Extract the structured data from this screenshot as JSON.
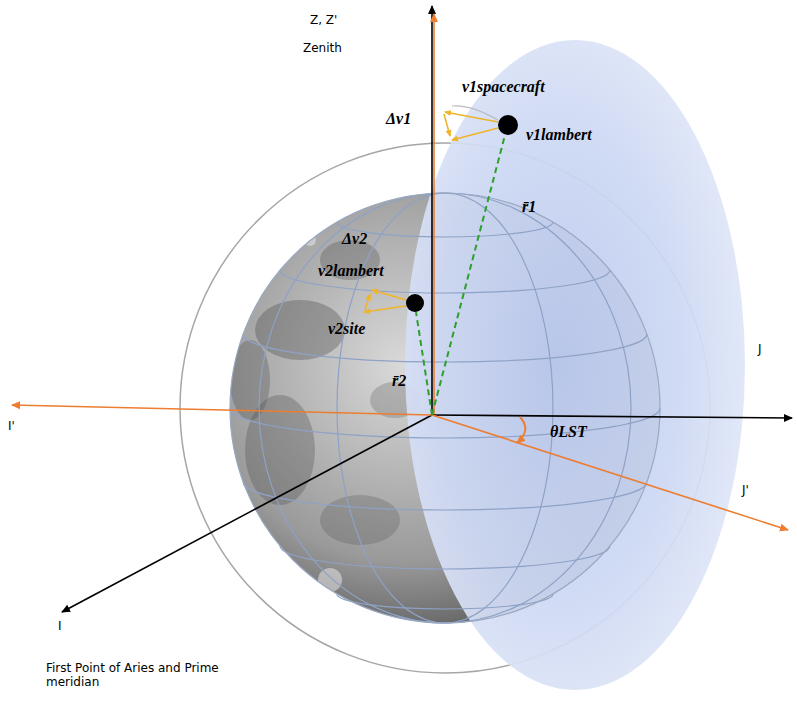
{
  "diagram": {
    "labels": [
      "Z, Z'",
      "Zenith",
      "v1spacecraft",
      "Δv1",
      "v1lambert",
      "r̄1",
      "Δv2",
      "v2lambert",
      "v2site",
      "r̄2",
      "J",
      "I'",
      "θLST",
      "J'",
      "I",
      "First Point of Aries and Prime meridian"
    ]
  }
}
